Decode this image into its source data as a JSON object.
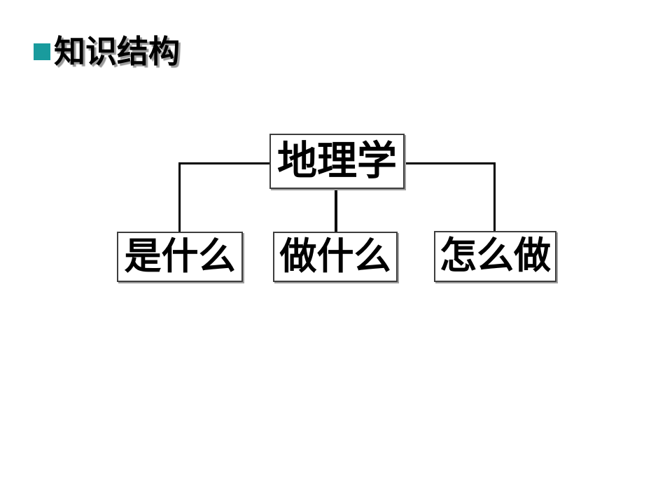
{
  "slide": {
    "title": {
      "bullet_icon": "teal-square-bullet",
      "text": "知识结构"
    },
    "diagram": {
      "type": "tree",
      "root": {
        "label": "地理学"
      },
      "children": [
        {
          "label": "是什么"
        },
        {
          "label": "做什么"
        },
        {
          "label": "怎么做"
        }
      ]
    }
  },
  "colors": {
    "background": "#ffffff",
    "bullet_teal": "#199b9d",
    "box_border": "#3d3d3d",
    "box_shadow": "#9f9f9f",
    "connector": "#000000",
    "text": "#000000",
    "title_shadow": "#9a9a9a"
  }
}
